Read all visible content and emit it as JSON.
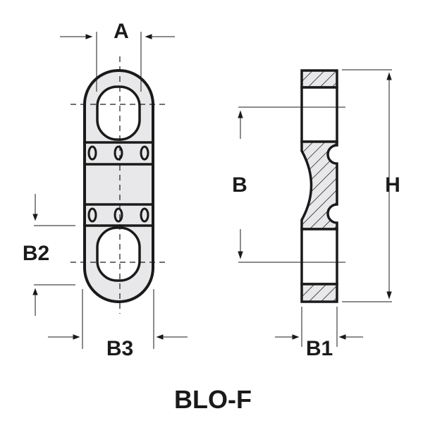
{
  "title": "BLO-F",
  "labels": {
    "a": "A",
    "b": "B",
    "h": "H",
    "b1": "B1",
    "b2": "B2",
    "b3": "B3"
  },
  "colors": {
    "line": "#1a1a1a",
    "fill": "#e8e8ea"
  }
}
